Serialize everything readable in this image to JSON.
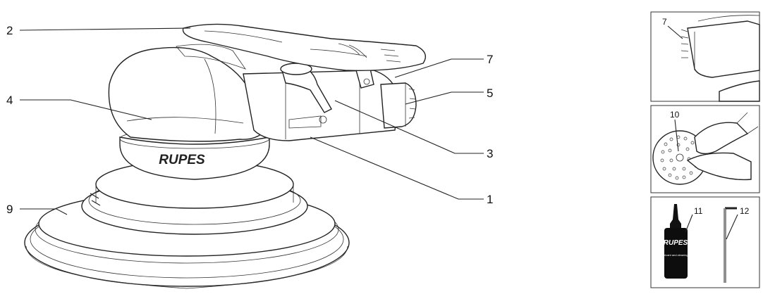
{
  "main_callouts": {
    "c1": "1",
    "c2": "2",
    "c3": "3",
    "c4": "4",
    "c5": "5",
    "c7": "7",
    "c9": "9"
  },
  "brand": {
    "tool_logo": "RUPES",
    "bottle_logo": "RUPES",
    "bottle_label": "Lubricant and cleaning oil"
  },
  "insets": {
    "top": {
      "callout": "7"
    },
    "middle": {
      "callout": "10"
    },
    "bottom": {
      "callout_bottle": "11",
      "callout_key": "12"
    }
  }
}
